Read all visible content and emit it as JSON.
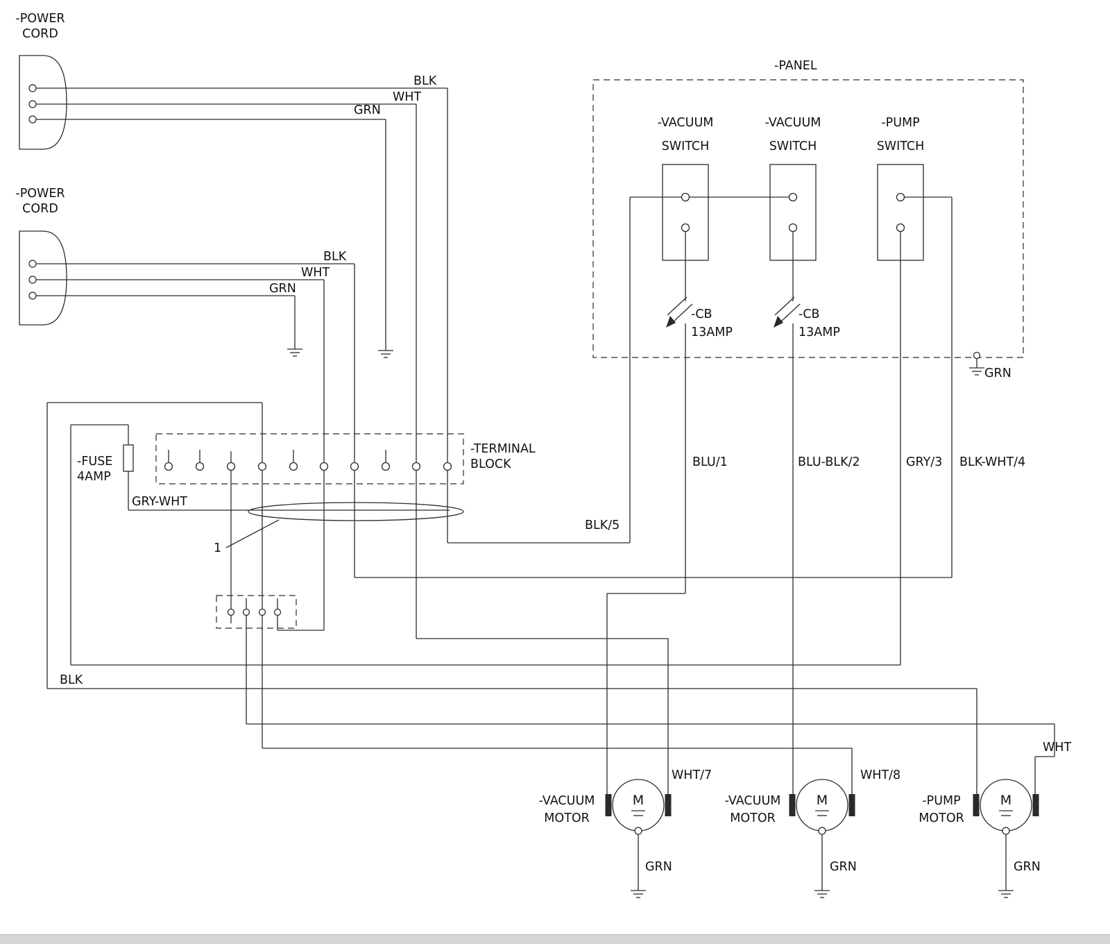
{
  "power_cord_1": {
    "title": "-POWER\nCORD"
  },
  "power_cord_2": {
    "title": "-POWER\nCORD"
  },
  "cord1_wires": {
    "blk": "BLK",
    "wht": "WHT",
    "grn": "GRN"
  },
  "cord2_wires": {
    "blk": "BLK",
    "wht": "WHT",
    "grn": "GRN"
  },
  "panel": {
    "title": "-PANEL",
    "vacuum_switch_1": "-VACUUM\nSWITCH",
    "vacuum_switch_2": "-VACUUM\nSWITCH",
    "pump_switch": "-PUMP\nSWITCH",
    "cb_1": "-CB\n13AMP",
    "cb_2": "-CB\n13AMP",
    "ground": "GRN"
  },
  "terminal_block": {
    "title": "-TERMINAL\nBLOCK"
  },
  "fuse": {
    "title": "-FUSE\n4AMP"
  },
  "harness": {
    "callout": "1"
  },
  "wire_labels": {
    "gry_wht": "GRY-WHT",
    "blk_5": "BLK/5",
    "blu_1": "BLU/1",
    "blu_blk_2": "BLU-BLK/2",
    "gry_3": "GRY/3",
    "blk_wht_4": "BLK-WHT/4",
    "blk_bottom": "BLK",
    "wht_right": "WHT",
    "wht_7": "WHT/7",
    "wht_8": "WHT/8"
  },
  "motors": {
    "vacuum_1": {
      "title": "-VACUUM\nMOTOR",
      "symbol": "M",
      "ground": "GRN"
    },
    "vacuum_2": {
      "title": "-VACUUM\nMOTOR",
      "symbol": "M",
      "ground": "GRN"
    },
    "pump": {
      "title": "-PUMP\nMOTOR",
      "symbol": "M",
      "ground": "GRN"
    }
  }
}
